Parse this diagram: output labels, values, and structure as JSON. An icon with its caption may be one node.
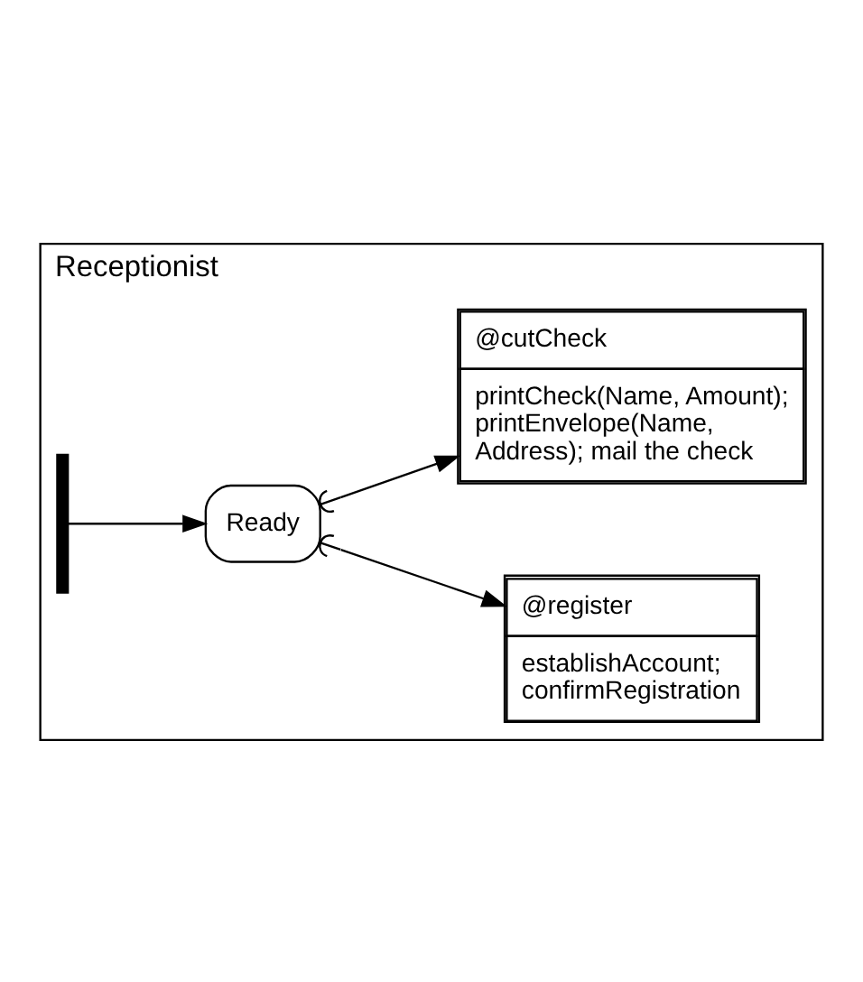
{
  "diagram": {
    "nodes": [
      {
        "text": [
          "Receptionist"
        ]
      },
      {
        "text": [
          "@register",
          "establishAccount; confirmRegistration"
        ],
        "in": 0
      },
      {
        "text": [],
        "shape": "bar",
        "in": 0
      },
      {
        "text": [
          "Ready"
        ],
        "in": 0
      },
      {
        "text": [
          "@cutCheck",
          "printCheck(Name, Amount); printEnvelope(Name, Address); mail the check"
        ],
        "in": 0
      }
    ],
    "edges": [
      {
        "from": 2,
        "to": 3,
        "arrow": "to"
      },
      {
        "from": 3,
        "to": 1,
        "arrow": "to"
      },
      {
        "from": 3,
        "to": 4,
        "arrow": "to"
      }
    ]
  }
}
